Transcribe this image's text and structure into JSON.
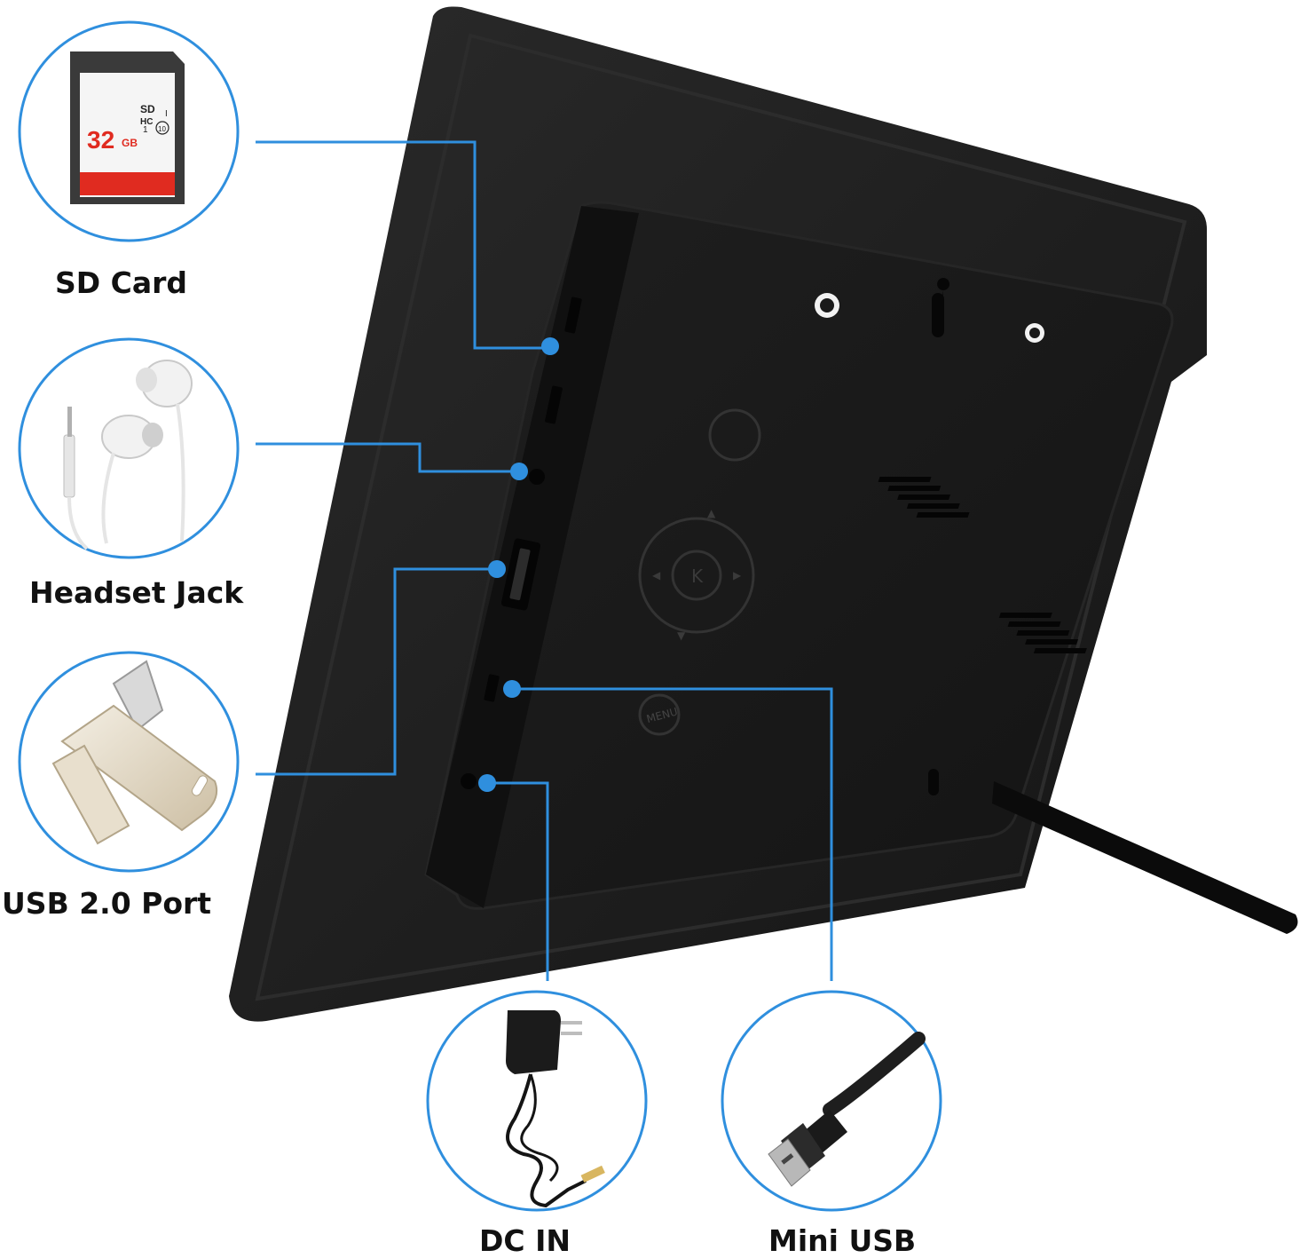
{
  "callouts": [
    {
      "id": "sd-card",
      "label": "SD Card"
    },
    {
      "id": "headset-jack",
      "label": "Headset Jack"
    },
    {
      "id": "usb-port",
      "label": "USB 2.0 Port"
    },
    {
      "id": "dc-in",
      "label": "DC IN"
    },
    {
      "id": "mini-usb",
      "label": "Mini USB"
    }
  ],
  "sd_card": {
    "capacity": "32",
    "unit": "GB",
    "marks": [
      "SD",
      "HC",
      "I",
      "1",
      "10"
    ]
  },
  "device": {
    "menu_label": "MENU"
  },
  "colors": {
    "accent": "#2f8fde",
    "device": "#1c1c1c",
    "panel": "#161616",
    "bezel": "#0d0d0d"
  }
}
